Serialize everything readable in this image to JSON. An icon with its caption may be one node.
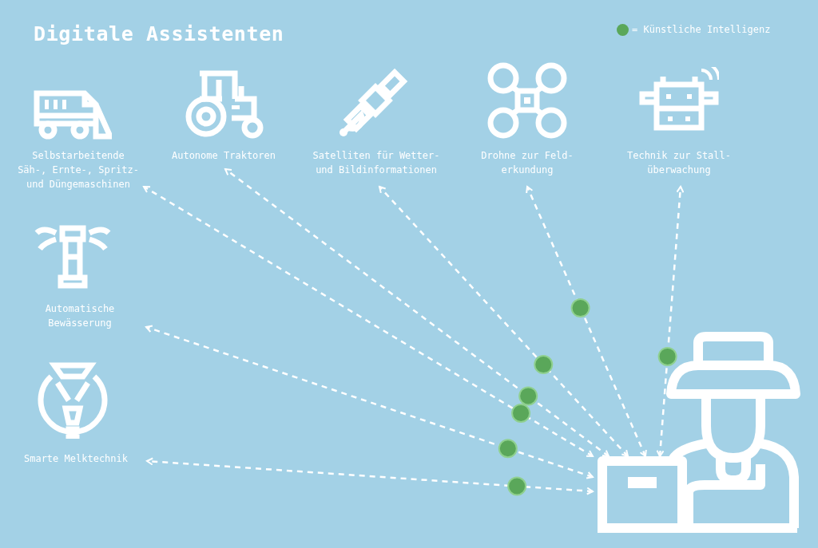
{
  "diagram": {
    "title": "Digitale Assistenten",
    "nodes": [
      {
        "text": [
          "Selbstarbeitende Säh-, Ernte-, Spritz- und Düngemaschinen"
        ]
      },
      {
        "text": [
          "Autonome Traktoren"
        ]
      },
      {
        "text": [
          "Satelliten für Wetter- und Bildinformationen"
        ]
      },
      {
        "text": [
          "Drohne zur Feld- erkundung"
        ]
      },
      {
        "text": [
          "Technik zur Stall- überwachung"
        ]
      },
      {
        "text": [
          "Automatische Bewässerung"
        ]
      },
      {
        "text": [
          "Smarte Melktechnik"
        ]
      },
      {
        "text": [],
        "shape": "picture"
      }
    ],
    "edges": [
      {
        "from": 7,
        "to": 0,
        "arrow": "both",
        "style": "dashed"
      },
      {
        "from": 7,
        "to": 1,
        "arrow": "both",
        "style": "dashed"
      },
      {
        "from": 7,
        "to": 2,
        "arrow": "both",
        "style": "dashed"
      },
      {
        "from": 7,
        "to": 3,
        "arrow": "both",
        "style": "dashed"
      },
      {
        "from": 7,
        "to": 4,
        "arrow": "both",
        "style": "dashed"
      },
      {
        "from": 7,
        "to": 5,
        "arrow": "both",
        "style": "dashed"
      },
      {
        "from": 7,
        "to": 6,
        "arrow": "both",
        "style": "dashed"
      }
    ],
    "legend": [
      {
        "text": "= Künstliche Intelligenz",
        "color": "#5aa75a"
      }
    ]
  }
}
